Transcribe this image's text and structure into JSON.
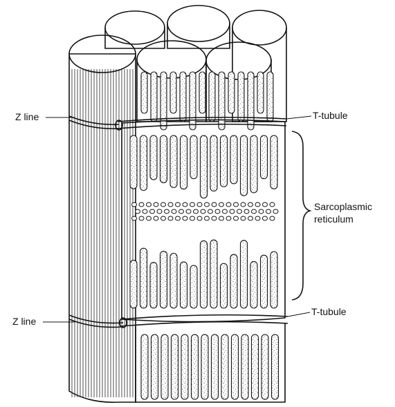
{
  "labels": {
    "z_line_top": "Z line",
    "z_line_bottom": "Z line",
    "t_tubule_top": "T-tubule",
    "t_tubule_bottom": "T-tubule",
    "sarcoplasmic_line1": "Sarcoplasmic",
    "sarcoplasmic_line2": "reticulum"
  },
  "colors": {
    "ink": "#111111",
    "paper": "#ffffff",
    "stipple": "#555555"
  }
}
